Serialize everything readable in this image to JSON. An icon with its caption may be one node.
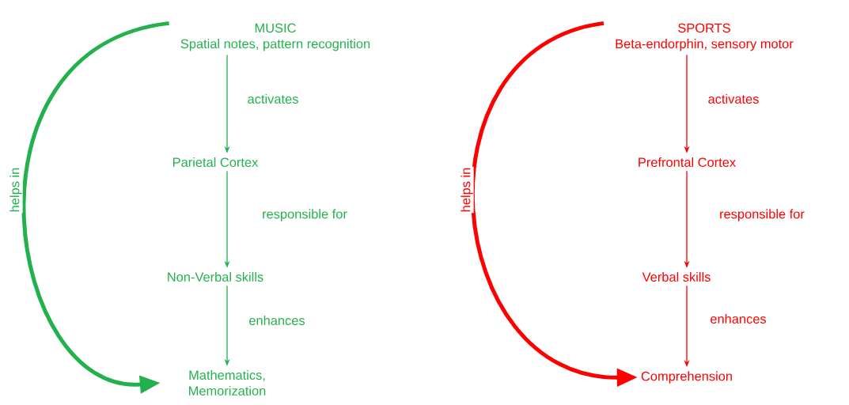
{
  "diagram": {
    "nodes": [
      {
        "text": [
          "MUSIC",
          "Spatial notes, pattern recognition"
        ]
      },
      {
        "text": [
          "Parietal Cortex"
        ]
      },
      {
        "text": [
          "Non-Verbal skills"
        ]
      },
      {
        "text": [
          "Mathematics, Memorization"
        ]
      },
      {
        "text": [
          "SPORTS",
          "Beta-endorphin, sensory motor"
        ]
      },
      {
        "text": [
          "Prefrontal Cortex"
        ]
      },
      {
        "text": [
          "Verbal skills"
        ]
      },
      {
        "text": [
          "Comprehension"
        ]
      }
    ],
    "edges": [
      {
        "from": 0,
        "to": 1,
        "arrow": "to",
        "label": "activates",
        "color": "#22b14c"
      },
      {
        "from": 1,
        "to": 2,
        "arrow": "to",
        "label": "responsible for",
        "color": "#22b14c"
      },
      {
        "from": 2,
        "to": 3,
        "arrow": "to",
        "label": "enhances",
        "color": "#22b14c"
      },
      {
        "from": 0,
        "to": 3,
        "arrow": "to",
        "label": "helps in",
        "style": "thick",
        "color": "#22b14c"
      },
      {
        "from": 4,
        "to": 5,
        "arrow": "to",
        "label": "activates",
        "color": "#ff0000"
      },
      {
        "from": 5,
        "to": 6,
        "arrow": "to",
        "label": "responsible for",
        "color": "#ff0000"
      },
      {
        "from": 6,
        "to": 7,
        "arrow": "to",
        "label": "enhances",
        "color": "#ff0000"
      },
      {
        "from": 4,
        "to": 7,
        "arrow": "to",
        "label": "helps in",
        "style": "thick",
        "color": "#ff0000"
      }
    ]
  }
}
